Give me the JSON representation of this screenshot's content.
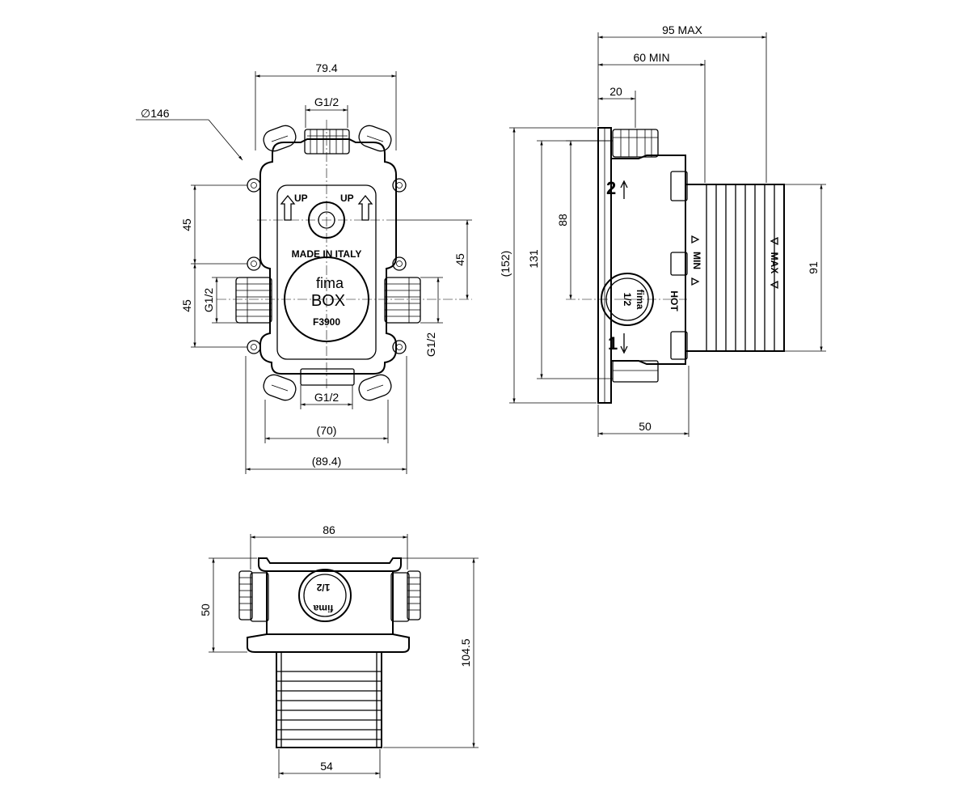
{
  "front_view": {
    "dims": {
      "width_top": "79.4",
      "diameter": "∅146",
      "g_top": "G1/2",
      "spacing_left_top": "45",
      "spacing_left_bottom": "45",
      "g_left": "G1/2",
      "spacing_right": "45",
      "g_right": "G1/2",
      "g_bottom": "G1/2",
      "width_inner": "(70)",
      "width_overall": "(89.4)"
    },
    "labels": {
      "up_left": "UP",
      "up_right": "UP",
      "made_in": "MADE IN ITALY",
      "brand": "fima",
      "box": "BOX",
      "model": "F3900"
    }
  },
  "side_view": {
    "dims": {
      "depth_max": "95 MAX",
      "depth_min": "60 MIN",
      "flange": "20",
      "height_overall": "(152)",
      "height_131": "131",
      "height_88": "88",
      "sleeve_height": "91",
      "body_depth": "50"
    },
    "labels": {
      "port_2": "2",
      "port_1": "1",
      "min": "MIN",
      "max": "MAX",
      "hot": "HOT",
      "brand": "fima",
      "size": "1/2"
    }
  },
  "bottom_view": {
    "dims": {
      "width_top": "86",
      "height_body": "50",
      "height_total": "104.5",
      "width_sleeve": "54"
    },
    "labels": {
      "size": "1/2",
      "brand": "fima"
    }
  }
}
